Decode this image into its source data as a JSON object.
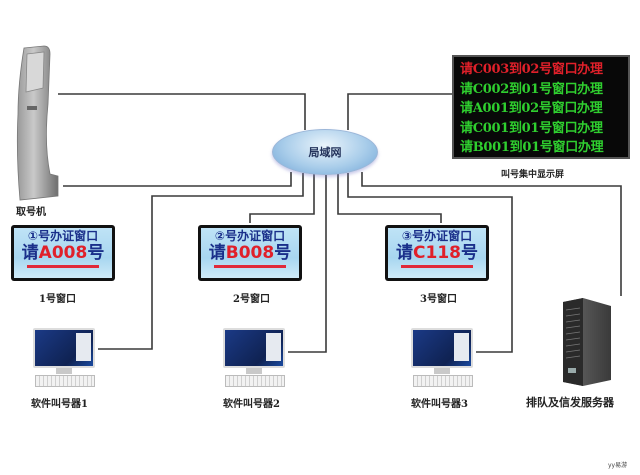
{
  "diagram": {
    "title": "叫号系统网络拓扑",
    "network": {
      "label": "局域网"
    },
    "kiosk": {
      "label": "取号机",
      "icon": "ticket-kiosk-icon"
    },
    "central_display": {
      "label": "叫号集中显示屏",
      "rows": [
        {
          "text": "请C003到02号窗口办理",
          "color": "#e0202a"
        },
        {
          "text": "请C002到01号窗口办理",
          "color": "#2fcf2f"
        },
        {
          "text": "请A001到02号窗口办理",
          "color": "#2fcf2f"
        },
        {
          "text": "请C001到01号窗口办理",
          "color": "#2fcf2f"
        },
        {
          "text": "请B001到01号窗口办理",
          "color": "#2fcf2f"
        }
      ]
    },
    "windows": [
      {
        "title": "①号办证窗口",
        "prefix": "请",
        "number": "A008",
        "suffix": "号",
        "label": "1号窗口"
      },
      {
        "title": "②号办证窗口",
        "prefix": "请",
        "number": "B008",
        "suffix": "号",
        "label": "2号窗口"
      },
      {
        "title": "③号办证窗口",
        "prefix": "请",
        "number": "C118",
        "suffix": "号",
        "label": "3号窗口"
      }
    ],
    "callers": [
      {
        "label": "软件叫号器1",
        "icon": "computer-icon"
      },
      {
        "label": "软件叫号器2",
        "icon": "computer-icon"
      },
      {
        "label": "软件叫号器3",
        "icon": "computer-icon"
      }
    ],
    "server": {
      "label": "排队及信发服务器",
      "icon": "server-icon"
    },
    "colors": {
      "wire": "#333333",
      "led_red": "#e0202a",
      "led_green": "#2fcf2f",
      "ticket_blue": "#1a2f8a"
    }
  },
  "watermark": "yy易游"
}
